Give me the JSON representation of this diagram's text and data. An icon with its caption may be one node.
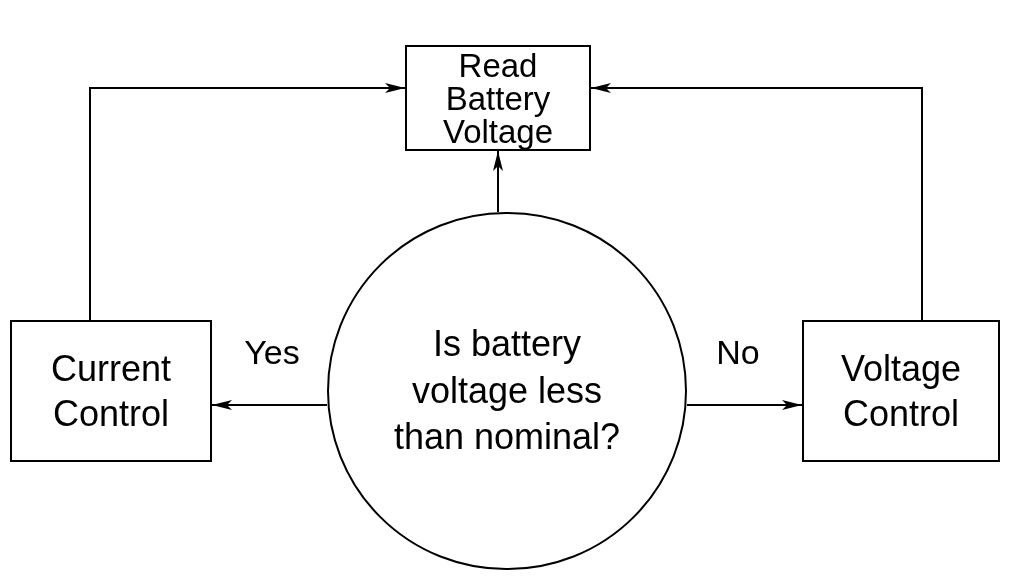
{
  "diagram": {
    "nodes": [
      {
        "text": [
          "Read Battery Voltage"
        ]
      },
      {
        "text": [
          "Is battery voltage less than nominal?"
        ]
      },
      {
        "text": [
          "Current Control"
        ]
      },
      {
        "text": [
          "Voltage Control"
        ]
      }
    ],
    "edges": [
      {
        "from": 1,
        "to": 0,
        "arrow": "to"
      },
      {
        "from": 1,
        "to": 2,
        "arrow": "to",
        "label": "Yes"
      },
      {
        "from": 1,
        "to": 3,
        "arrow": "to",
        "label": "No"
      },
      {
        "from": 2,
        "to": 0,
        "arrow": "to"
      },
      {
        "from": 3,
        "to": 0,
        "arrow": "to"
      }
    ]
  }
}
